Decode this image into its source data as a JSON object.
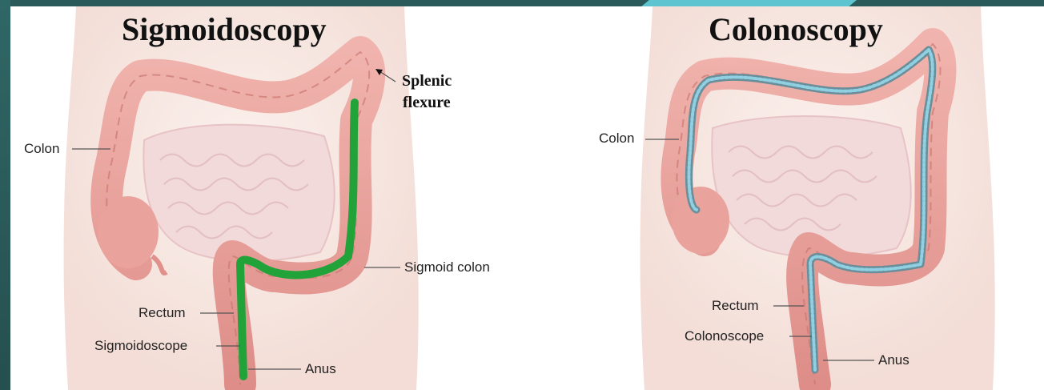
{
  "left_panel": {
    "title": "Sigmoidoscopy",
    "splenic_label_line1": "Splenic",
    "splenic_label_line2": "flexure",
    "colon_label": "Colon",
    "sigmoid_colon_label": "Sigmoid colon",
    "rectum_label": "Rectum",
    "scope_label": "Sigmoidoscope",
    "anus_label": "Anus",
    "scope_color": "#22a33a"
  },
  "right_panel": {
    "title": "Colonoscopy",
    "colon_label": "Colon",
    "rectum_label": "Rectum",
    "scope_label": "Colonoscope",
    "anus_label": "Anus",
    "scope_color": "#6fb6cf"
  },
  "colors": {
    "colon": "#e79e99",
    "colon_dark": "#c96b67",
    "skin": "#f7e6e0",
    "intestine": "#f1d7d8",
    "frame": "#2c5f5e",
    "accent": "#5ec4cf"
  }
}
